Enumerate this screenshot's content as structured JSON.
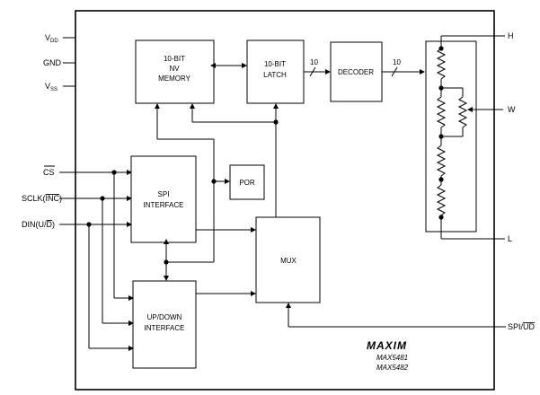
{
  "pins_left": {
    "vdd": "V",
    "vdd_sub": "DD",
    "gnd": "GND",
    "vss": "V",
    "vss_sub": "SS",
    "cs": "CS",
    "sclk_a": "SCLK(",
    "sclk_b": "INC",
    "sclk_c": ")",
    "din_a": "DIN(U/",
    "din_b": "D",
    "din_c": ")"
  },
  "pins_right": {
    "h": "H",
    "w": "W",
    "l": "L",
    "spi_a": "SPI/",
    "spi_b": "UD"
  },
  "blocks": {
    "nv_memory": [
      "10-BIT",
      "NV",
      "MEMORY"
    ],
    "latch": [
      "10-BIT",
      "LATCH"
    ],
    "decoder": "DECODER",
    "spi": [
      "SPI",
      "INTERFACE"
    ],
    "por": "POR",
    "mux": "MUX",
    "updown": [
      "UP/DOWN",
      "INTERFACE"
    ]
  },
  "bus_width_1": "10",
  "bus_width_2": "10",
  "logo": "MAXIM",
  "part_numbers": [
    "MAX5481",
    "MAX5482"
  ]
}
